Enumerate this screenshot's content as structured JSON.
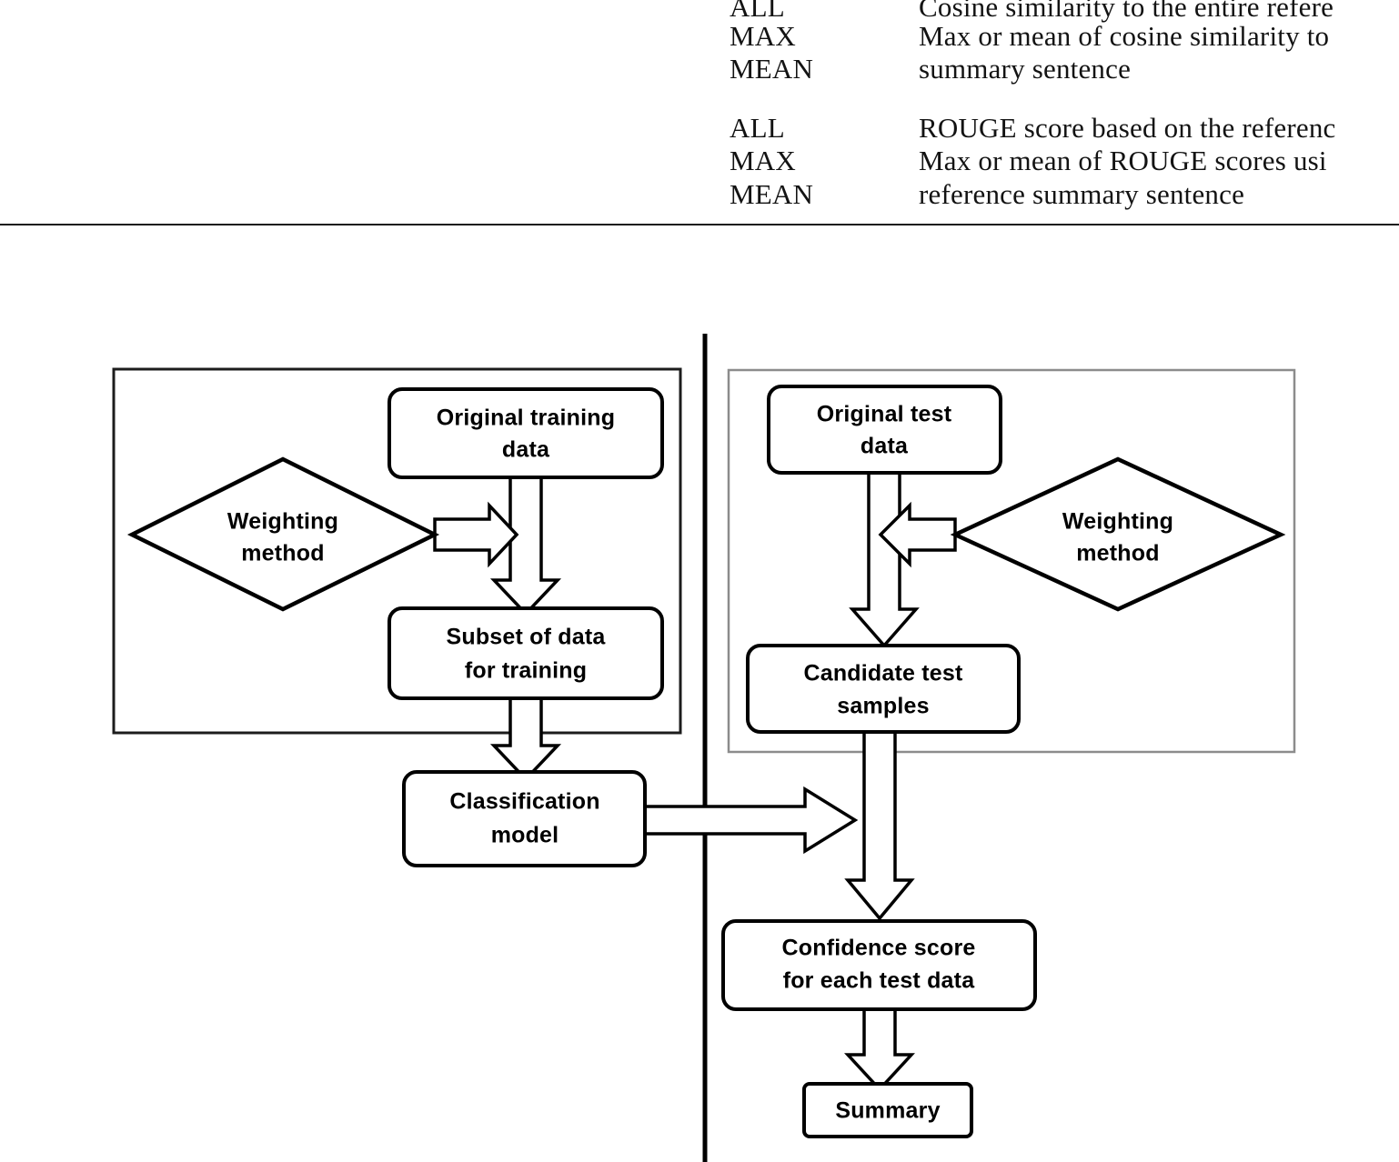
{
  "table_fragment": {
    "note": "clipped table rows visible at top of page",
    "groups": [
      {
        "rows": [
          {
            "key": "ALL",
            "desc": "Cosine similarity to the entire refere"
          },
          {
            "key": "MAX",
            "desc": "Max or mean of cosine similarity to"
          },
          {
            "key": "MEAN",
            "desc": "summary sentence"
          }
        ]
      },
      {
        "rows": [
          {
            "key": "ALL",
            "desc": "ROUGE score based on the referenc"
          },
          {
            "key": "MAX",
            "desc": "Max or mean of ROUGE scores usi"
          },
          {
            "key": "MEAN",
            "desc": "reference summary sentence"
          }
        ]
      }
    ]
  },
  "diagram": {
    "type": "flowchart",
    "panels": [
      {
        "id": "training-panel",
        "label": ""
      },
      {
        "id": "testing-panel",
        "label": ""
      }
    ],
    "nodes": {
      "original_training_data": {
        "label_line1": "Original training",
        "label_line2": "data",
        "shape": "rounded-rect"
      },
      "weighting_method_left": {
        "label_line1": "Weighting",
        "label_line2": "method",
        "shape": "diamond"
      },
      "subset_of_data": {
        "label_line1": "Subset of data",
        "label_line2": "for training",
        "shape": "rounded-rect"
      },
      "classification_model": {
        "label_line1": "Classification",
        "label_line2": "model",
        "shape": "rounded-rect"
      },
      "original_test_data": {
        "label_line1": "Original test",
        "label_line2": "data",
        "shape": "rounded-rect"
      },
      "weighting_method_right": {
        "label_line1": "Weighting",
        "label_line2": "method",
        "shape": "diamond"
      },
      "candidate_test_samples": {
        "label_line1": "Candidate test",
        "label_line2": "samples",
        "shape": "rounded-rect"
      },
      "confidence_score": {
        "label_line1": "Confidence score",
        "label_line2": "for each test data",
        "shape": "rounded-rect"
      },
      "summary": {
        "label_line1": "Summary",
        "label_line2": "",
        "shape": "rounded-rect"
      }
    },
    "edges": [
      {
        "from": "weighting_method_left",
        "to": "subset_of_data",
        "direction": "right"
      },
      {
        "from": "original_training_data",
        "to": "subset_of_data",
        "direction": "down"
      },
      {
        "from": "subset_of_data",
        "to": "classification_model",
        "direction": "down"
      },
      {
        "from": "classification_model",
        "to": "confidence_score",
        "direction": "right"
      },
      {
        "from": "weighting_method_right",
        "to": "original_test_data",
        "direction": "left"
      },
      {
        "from": "original_test_data",
        "to": "candidate_test_samples",
        "direction": "down"
      },
      {
        "from": "candidate_test_samples",
        "to": "confidence_score",
        "direction": "down"
      },
      {
        "from": "confidence_score",
        "to": "summary",
        "direction": "down"
      }
    ],
    "colors": {
      "stroke": "#000000",
      "fill": "#ffffff",
      "panel_stroke": "#8c8c8c"
    }
  }
}
